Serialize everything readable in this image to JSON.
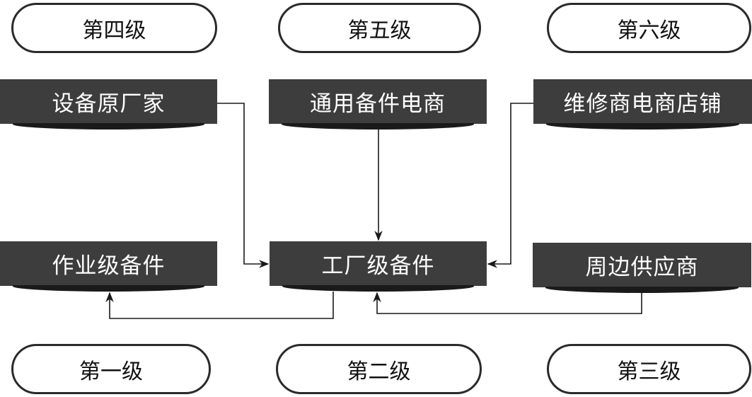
{
  "levels": {
    "level4": "第四级",
    "level5": "第五级",
    "level6": "第六级",
    "level1": "第一级",
    "level2": "第二级",
    "level3": "第三级"
  },
  "nodes": {
    "equipment_oem": "设备原厂家",
    "general_parts_ecommerce": "通用备件电商",
    "repair_ecommerce_store": "维修商电商店铺",
    "operation_level_parts": "作业级备件",
    "factory_level_parts": "工厂级备件",
    "surrounding_suppliers": "周边供应商"
  }
}
